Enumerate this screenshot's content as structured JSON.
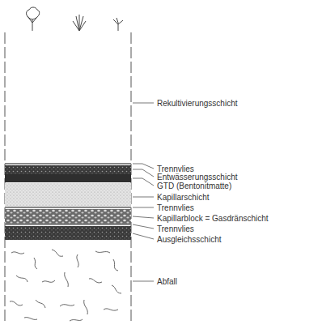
{
  "diagram": {
    "labels": [
      "Rekultivierungsschicht",
      "Trennvlies",
      "Entwässerungsschicht",
      "GTD (Bentonitmatte)",
      "Kapillarschicht",
      "Trennvlies",
      "Kapillarblock = Gasdränschicht",
      "Trennvlies",
      "Ausgleichsschicht",
      "Abfall"
    ]
  }
}
